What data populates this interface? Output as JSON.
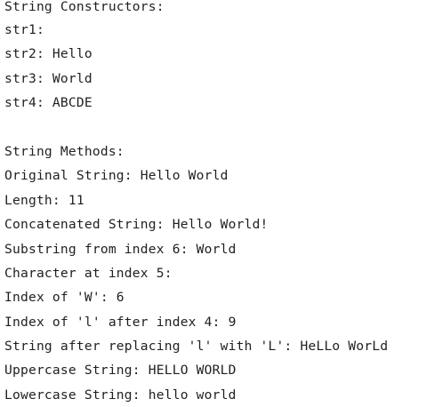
{
  "console": {
    "lines": [
      "String Constructors:",
      "str1:",
      "str2: Hello",
      "str3: World",
      "str4: ABCDE",
      "",
      "String Methods:",
      "Original String: Hello World",
      "Length: 11",
      "Concatenated String: Hello World!",
      "Substring from index 6: World",
      "Character at index 5:",
      "Index of 'W': 6",
      "Index of 'l' after index 4: 9",
      "String after replacing 'l' with 'L': HeLLo WorLd",
      "Uppercase String: HELLO WORLD",
      "Lowercase String: hello world"
    ]
  }
}
